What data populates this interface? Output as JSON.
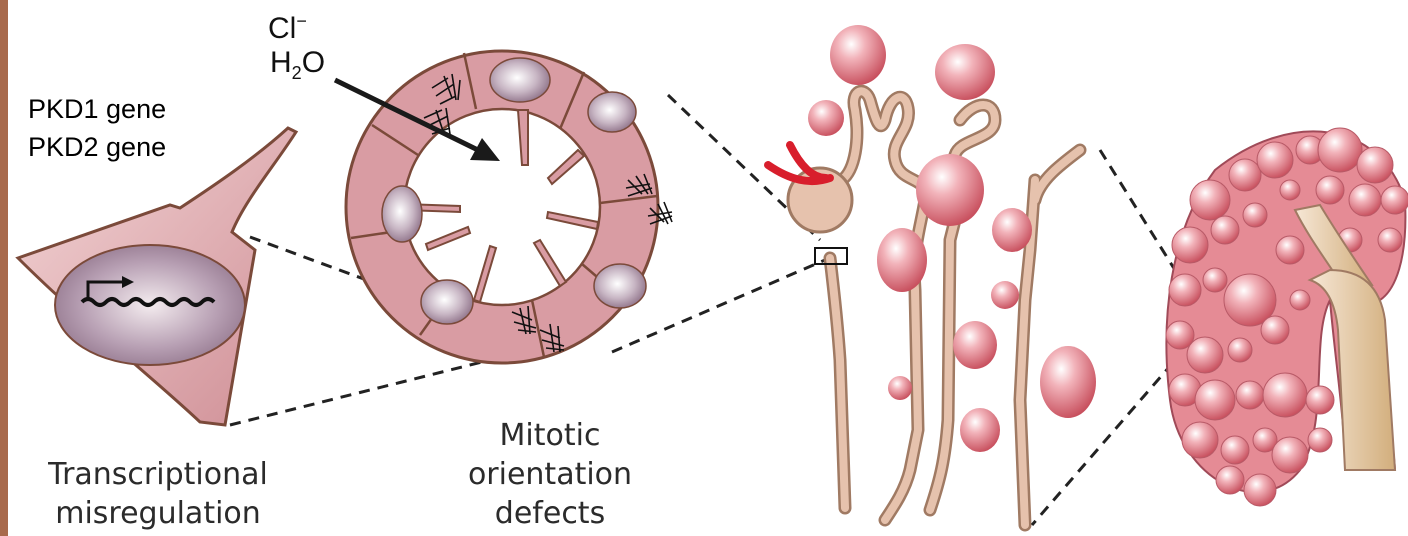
{
  "genes": {
    "line1": "PKD1 gene",
    "line2": "PKD2 gene"
  },
  "ions": {
    "chloride": "Cl",
    "chloride_charge": "−",
    "water_h": "H",
    "water_sub": "2",
    "water_o": "O"
  },
  "labels": {
    "cell_line1": "Transcriptional",
    "cell_line2": "misregulation",
    "tubule_line1": "Mitotic",
    "tubule_line2": "orientation",
    "tubule_line3": "defects"
  },
  "colors": {
    "cell_pink": "#dba1a6",
    "cell_outline": "#7b4a3a",
    "nucleus": "#bba8b8",
    "nephron_tan": "#e6c2ad",
    "cyst": "#e58b95",
    "blood_vessel": "#d81e2c",
    "arrow": "#1a1a1a"
  },
  "icons": [
    "transcription-arrow-icon",
    "dna-wave-icon",
    "mitotic-spindle-icon"
  ]
}
